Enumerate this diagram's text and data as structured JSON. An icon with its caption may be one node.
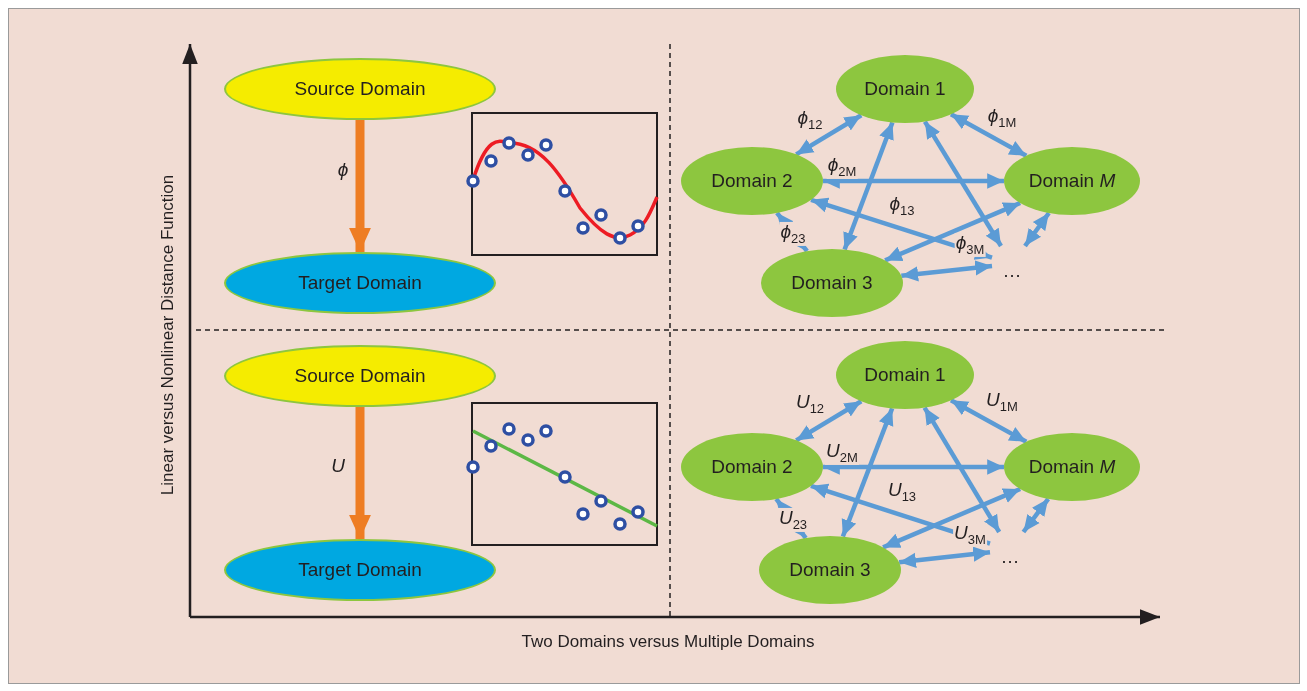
{
  "diagram": {
    "nodes": [
      {
        "text": [
          "Source Domain"
        ]
      },
      {
        "text": [
          "Target Domain"
        ]
      },
      {
        "text": [
          "Domain 1"
        ]
      },
      {
        "text": [
          "Domain 2"
        ]
      },
      {
        "text": [
          "Domain *M*"
        ]
      },
      {
        "text": [
          "Domain 3"
        ]
      },
      {
        "text": [
          "…"
        ]
      },
      {
        "text": [
          "Source Domain"
        ]
      },
      {
        "text": [
          "Target Domain"
        ]
      },
      {
        "text": [
          "Domain 1"
        ]
      },
      {
        "text": [
          "Domain 2"
        ]
      },
      {
        "text": [
          "Domain *M*"
        ]
      },
      {
        "text": [
          "Domain 3"
        ]
      },
      {
        "text": [
          "…"
        ]
      }
    ],
    "edges": [
      {
        "from": 0,
        "to": 1,
        "arrow": "to",
        "label": "ϕ",
        "style": "thick",
        "color": "#ee7d23"
      },
      {
        "from": 2,
        "to": 3,
        "arrow": "both",
        "label": "ϕ$_{12}$"
      },
      {
        "from": 2,
        "to": 4,
        "arrow": "both",
        "label": "ϕ$_{1M}$"
      },
      {
        "from": 3,
        "to": 4,
        "arrow": "both",
        "label": "ϕ$_{2M}$"
      },
      {
        "from": 2,
        "to": 5,
        "arrow": "both",
        "label": "ϕ$_{13}$"
      },
      {
        "from": 3,
        "to": 5,
        "arrow": "both",
        "label": "ϕ$_{23}$"
      },
      {
        "from": 5,
        "to": 4,
        "arrow": "both",
        "label": "ϕ$_{3M}$"
      },
      {
        "from": 3,
        "to": 6,
        "arrow": "both"
      },
      {
        "from": 2,
        "to": 6,
        "arrow": "both"
      },
      {
        "from": 4,
        "to": 6,
        "arrow": "both"
      },
      {
        "from": 5,
        "to": 6,
        "arrow": "both"
      },
      {
        "from": 7,
        "to": 8,
        "arrow": "to",
        "label": "U",
        "style": "thick",
        "color": "#ee7d23"
      },
      {
        "from": 9,
        "to": 10,
        "arrow": "both",
        "label": "U$_{12}$"
      },
      {
        "from": 9,
        "to": 11,
        "arrow": "both",
        "label": "U$_{1M}$"
      },
      {
        "from": 10,
        "to": 11,
        "arrow": "both",
        "label": "U$_{2M}$"
      },
      {
        "from": 9,
        "to": 12,
        "arrow": "both",
        "label": "U$_{13}$"
      },
      {
        "from": 10,
        "to": 12,
        "arrow": "both",
        "label": "U$_{23}$"
      },
      {
        "from": 12,
        "to": 11,
        "arrow": "both",
        "label": "U$_{3M}$"
      },
      {
        "from": 10,
        "to": 13,
        "arrow": "both"
      },
      {
        "from": 9,
        "to": 13,
        "arrow": "both"
      },
      {
        "from": 11,
        "to": 13,
        "arrow": "both"
      },
      {
        "from": 12,
        "to": 13,
        "arrow": "both"
      }
    ],
    "labels": [
      "Linear versus Nonlinear Distance Function",
      "Two Domains versus Multiple Domains"
    ]
  }
}
